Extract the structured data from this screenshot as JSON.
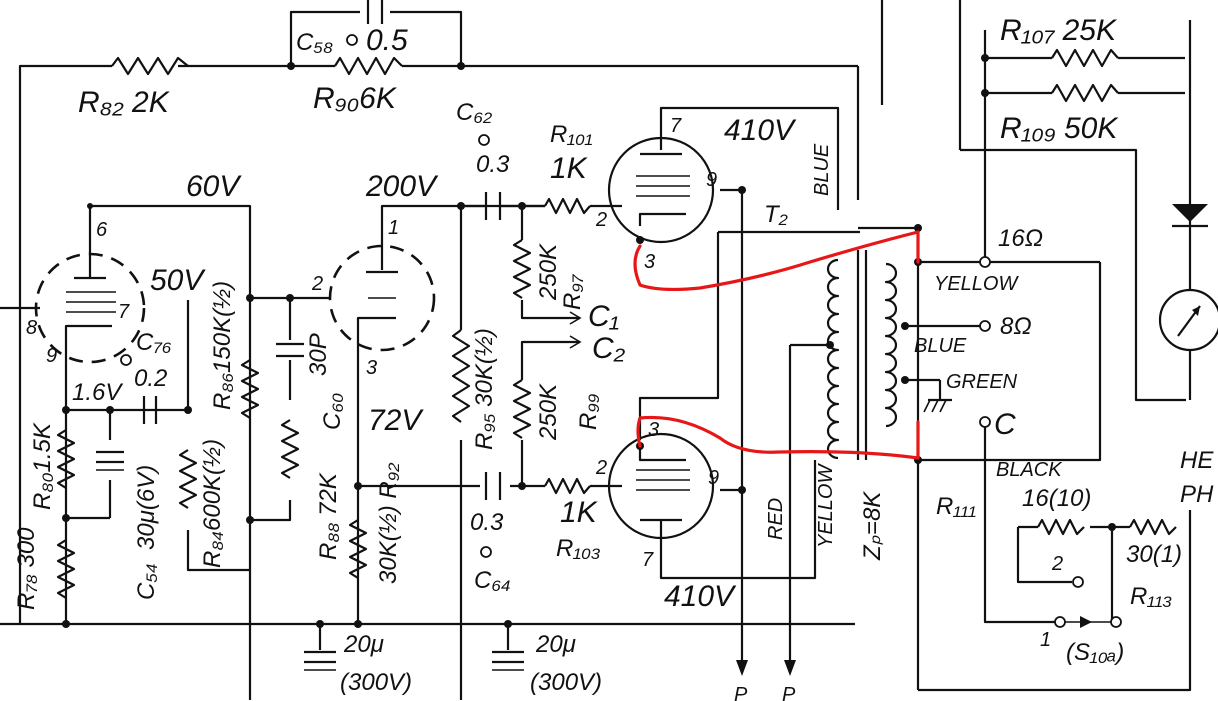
{
  "labels": {
    "r82": "R₈₂ 2K",
    "c58": "C₅₈",
    "c58_val": "0.5",
    "r90": "R₉₀6K",
    "r107": "R₁₀₇ 25K",
    "r109": "R₁₀₉ 50K",
    "c62": "C₆₂",
    "c62_val": "0.3",
    "r101": "R₁₀₁",
    "r101_val": "1K",
    "v410_top": "410V",
    "blue_top": "BLUE",
    "v60": "60V",
    "v200": "200V",
    "v50": "50V",
    "c76": "C₇₆",
    "c76_val": "0.2",
    "r86": "R₈₆150K(½)",
    "c60": "C₆₀",
    "c60_val": "30P",
    "v72": "72V",
    "r95": "R₉₅ 30K(½)",
    "r97_val": "250K",
    "r97": "R₉₇",
    "c1": "C₁",
    "c2": "C₂",
    "r99_val": "250K",
    "r99": "R₉₉",
    "t2": "T₂",
    "ohm16": "16Ω",
    "yellow_r": "YELLOW",
    "blue_r": "BLUE",
    "ohm8": "8Ω",
    "green": "GREEN",
    "c_term": "C",
    "black": "BLACK",
    "v16": "1.6V",
    "r80": "R₈₀1.5K",
    "c54_val": "30μ(6V)",
    "c54": "C₅₄",
    "r84": "R₈₄600K(½)",
    "r88": "R₈₈ 72K",
    "r92": "30K(½) R₉₂",
    "c64_val": "0.3",
    "c64": "C₆₄",
    "r103_val": "1K",
    "r103": "R₁₀₃",
    "red_b": "RED",
    "yellow_b": "YELLOW",
    "zp": "Zₚ=8K",
    "v410_bot": "410V",
    "r78": "R₇₈ 300",
    "r111": "R₁₁₁",
    "r111_val": "16(10)",
    "r113_val": "30(1)",
    "r113": "R₁₁₃",
    "sw_pos2": "2",
    "sw_pos1": "1",
    "s10a": "(S₁₀ₐ)",
    "cap_a": "20μ",
    "cap_a_v": "(300V)",
    "cap_b": "20μ",
    "cap_b_v": "(300V)",
    "he": "HE",
    "ph": "PH",
    "p1": "P",
    "p2": "P",
    "pin6": "6",
    "pin7a": "7",
    "pin8": "8",
    "pin9a": "9",
    "pin1": "1",
    "pin2a": "2",
    "pin3a": "3",
    "pin7t": "7",
    "pin9t": "9",
    "pin2t": "2",
    "pin3t": "3",
    "pin3b": "3",
    "pin2b": "2",
    "pin9b": "9",
    "pin7b": "7"
  },
  "colors": {
    "ink": "#111111",
    "paper": "#ffffff",
    "markup": "#e81717"
  }
}
